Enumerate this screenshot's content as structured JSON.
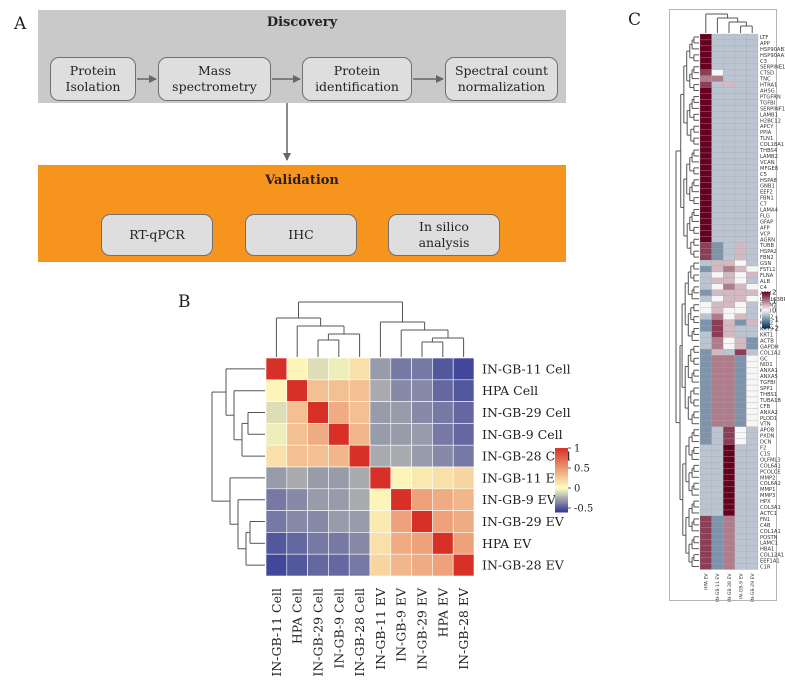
{
  "panel_a": {
    "letter": "A",
    "discovery": {
      "title": "Discovery",
      "steps": [
        {
          "label": "Protein Isolation"
        },
        {
          "label": "Mass spectrometry"
        },
        {
          "label": "Protein identification"
        },
        {
          "label": "Spectral count normalization"
        }
      ]
    },
    "validation": {
      "title": "Validation",
      "steps": [
        {
          "label": "RT-qPCR"
        },
        {
          "label": "IHC"
        },
        {
          "label": "In silico analysis"
        }
      ]
    },
    "colors": {
      "discovery_bg": "#c9c9c9",
      "validation_bg": "#f7941d",
      "box": "#dedede",
      "arrow": "#666666"
    }
  },
  "panel_b": {
    "letter": "B",
    "legend": {
      "ticks": [
        "1",
        "0.5",
        "0",
        "-0.5"
      ],
      "tick_values": [
        1,
        0.5,
        0,
        -0.5
      ]
    }
  },
  "panel_c": {
    "letter": "C",
    "legend": {
      "ticks": [
        "2",
        "1",
        "0",
        "-1",
        "-2"
      ],
      "tick_values": [
        2,
        1,
        0,
        -1,
        -2
      ]
    }
  },
  "chart_data": [
    {
      "type": "heatmap",
      "title": "",
      "rows": [
        "IN-GB-11 Cell",
        "HPA Cell",
        "IN-GB-29 Cell",
        "IN-GB-9 Cell",
        "IN-GB-28 Cell",
        "IN-GB-11 EV",
        "IN-GB-9 EV",
        "IN-GB-29 EV",
        "HPA EV",
        "IN-GB-28 EV"
      ],
      "columns": [
        "IN-GB-11 Cell",
        "HPA Cell",
        "IN-GB-29 Cell",
        "IN-GB-9 Cell",
        "IN-GB-28 Cell",
        "IN-GB-11 EV",
        "IN-GB-9 EV",
        "IN-GB-29 EV",
        "HPA EV",
        "IN-GB-28 EV"
      ],
      "values": [
        [
          1.0,
          0.05,
          -0.1,
          -0.05,
          0.15,
          -0.3,
          -0.4,
          -0.4,
          -0.5,
          -0.55
        ],
        [
          0.05,
          1.0,
          0.3,
          0.3,
          0.3,
          -0.25,
          -0.35,
          -0.35,
          -0.45,
          -0.5
        ],
        [
          -0.1,
          0.3,
          1.0,
          0.4,
          0.3,
          -0.3,
          -0.3,
          -0.35,
          -0.4,
          -0.45
        ],
        [
          -0.05,
          0.3,
          0.4,
          1.0,
          0.35,
          -0.3,
          -0.3,
          -0.3,
          -0.4,
          -0.45
        ],
        [
          0.15,
          0.3,
          0.3,
          0.35,
          1.0,
          -0.25,
          -0.25,
          -0.3,
          -0.35,
          -0.4
        ],
        [
          -0.3,
          -0.25,
          -0.3,
          -0.3,
          -0.25,
          1.0,
          0.05,
          0.1,
          0.15,
          0.2
        ],
        [
          -0.4,
          -0.35,
          -0.3,
          -0.3,
          -0.25,
          0.05,
          1.0,
          0.45,
          0.4,
          0.35
        ],
        [
          -0.4,
          -0.35,
          -0.35,
          -0.3,
          -0.3,
          0.1,
          0.45,
          1.0,
          0.45,
          0.4
        ],
        [
          -0.5,
          -0.45,
          -0.4,
          -0.4,
          -0.35,
          0.15,
          0.4,
          0.45,
          1.0,
          0.45
        ],
        [
          -0.55,
          -0.5,
          -0.45,
          -0.45,
          -0.4,
          0.2,
          0.35,
          0.4,
          0.45,
          1.0
        ]
      ],
      "color_range": [
        -0.6,
        1
      ],
      "colors": {
        "low": "#313695",
        "mid": "#ffffbf",
        "high": "#d73027"
      }
    },
    {
      "type": "heatmap",
      "title": "",
      "rows": [
        "LTF",
        "APP",
        "HSP90AB1",
        "HSP90AA1",
        "C3",
        "SERPINE1",
        "CTSD",
        "TNC",
        "HTRA1",
        "AHSG",
        "PTGFRN",
        "TGFBI",
        "SERPINF1",
        "LAMB1",
        "H2BC12",
        "APCY",
        "PPIA",
        "TLN1",
        "COL18A1",
        "THBS4",
        "LAMB2",
        "VCAN",
        "MFGE8",
        "C5",
        "HSPA8",
        "GNB1",
        "EEF2",
        "FBN1",
        "C7",
        "LAMA4",
        "FLG",
        "GFAP",
        "AFP",
        "VCP",
        "AGRN",
        "TUBB",
        "HSPA2",
        "FBN2",
        "GSN",
        "FSTL1",
        "FLNA",
        "ALB",
        "C4",
        "A2M",
        "LGALS3BP",
        "FBLN1",
        "PKM",
        "ITIH2",
        "KRT2",
        "KRT9",
        "KRT1",
        "ACTB",
        "GAPDH",
        "COL1A2",
        "GC",
        "NID1",
        "ANXA1",
        "ANXA5",
        "TGFBI",
        "SPP1",
        "THBS1",
        "TUBA1B",
        "CFB",
        "ANXA2",
        "PLOD1",
        "VTN",
        "APOB",
        "PXDN",
        "DCN",
        "F2",
        "C1S",
        "OLFML3",
        "COL6A1",
        "PCOLCE",
        "MMP2",
        "COL6A2",
        "MMP1",
        "MMP3",
        "HPX",
        "COL3A1",
        "ACTC1",
        "FN1",
        "C4B",
        "COL1A1",
        "POSTN",
        "LAMC1",
        "HBA1",
        "COL12A1",
        "EEF1A1",
        "C1R"
      ],
      "columns": [
        "HPA EV",
        "IN-GB-11 EV",
        "IN-GB-28 EV",
        "IN-GB-9 EV",
        "IN-GB-29 EV"
      ],
      "values": [
        [
          2,
          -0.5,
          -0.5,
          -0.5,
          -0.5
        ],
        [
          2,
          -0.5,
          -0.5,
          -0.5,
          -0.5
        ],
        [
          2,
          -0.5,
          -0.5,
          -0.5,
          -0.5
        ],
        [
          2,
          -0.5,
          -0.5,
          -0.5,
          -0.5
        ],
        [
          2,
          -0.5,
          -0.5,
          -0.5,
          -0.5
        ],
        [
          2,
          -0.5,
          -0.5,
          -0.5,
          -0.5
        ],
        [
          1.5,
          0,
          -0.5,
          -0.5,
          -0.5
        ],
        [
          1,
          1,
          -0.5,
          -0.5,
          -0.5
        ],
        [
          1.5,
          -0.5,
          0.5,
          -0.5,
          -0.5
        ],
        [
          2,
          -0.5,
          -0.5,
          -0.5,
          -0.5
        ],
        [
          2,
          -0.5,
          -0.5,
          -0.5,
          -0.5
        ],
        [
          2,
          -0.5,
          -0.5,
          -0.5,
          -0.5
        ],
        [
          2,
          -0.5,
          -0.5,
          -0.5,
          -0.5
        ],
        [
          2,
          -0.5,
          -0.5,
          -0.5,
          -0.5
        ],
        [
          2,
          -0.5,
          -0.5,
          -0.5,
          -0.5
        ],
        [
          2,
          -0.5,
          -0.5,
          -0.5,
          -0.5
        ],
        [
          2,
          -0.5,
          -0.5,
          -0.5,
          -0.5
        ],
        [
          2,
          -0.5,
          -0.5,
          -0.5,
          -0.5
        ],
        [
          2,
          -0.5,
          -0.5,
          -0.5,
          -0.5
        ],
        [
          2,
          -0.5,
          -0.5,
          -0.5,
          -0.5
        ],
        [
          2,
          -0.5,
          -0.5,
          -0.5,
          -0.5
        ],
        [
          2,
          -0.5,
          -0.5,
          -0.5,
          -0.5
        ],
        [
          2,
          -0.5,
          -0.5,
          -0.5,
          -0.5
        ],
        [
          2,
          -0.5,
          -0.5,
          -0.5,
          -0.5
        ],
        [
          2,
          -0.5,
          -0.5,
          -0.5,
          -0.5
        ],
        [
          2,
          -0.5,
          -0.5,
          -0.5,
          -0.5
        ],
        [
          2,
          -0.5,
          -0.5,
          -0.5,
          -0.5
        ],
        [
          2,
          -0.5,
          -0.5,
          -0.5,
          -0.5
        ],
        [
          2,
          -0.5,
          -0.5,
          -0.5,
          -0.5
        ],
        [
          2,
          -0.5,
          -0.5,
          -0.5,
          -0.5
        ],
        [
          2,
          -0.5,
          -0.5,
          -0.5,
          -0.5
        ],
        [
          2,
          -0.5,
          -0.5,
          -0.5,
          -0.5
        ],
        [
          2,
          -0.5,
          -0.5,
          -0.5,
          -0.5
        ],
        [
          2,
          -0.5,
          -0.5,
          -0.5,
          -0.5
        ],
        [
          2,
          -0.5,
          -0.5,
          -0.5,
          -0.5
        ],
        [
          1.5,
          -1,
          -0.5,
          0.5,
          -0.5
        ],
        [
          1.5,
          -1,
          -0.5,
          0.5,
          -0.5
        ],
        [
          1.5,
          -1,
          -0.5,
          0.5,
          -0.5
        ],
        [
          -0.5,
          0.5,
          0.5,
          0,
          -0.5
        ],
        [
          -1,
          0.5,
          1,
          0.5,
          0
        ],
        [
          -0.5,
          0,
          0.5,
          0,
          0.5
        ],
        [
          -0.5,
          0.5,
          0.5,
          0,
          -0.5
        ],
        [
          -0.5,
          0,
          1,
          0.5,
          0
        ],
        [
          -1,
          0.5,
          0.5,
          0.5,
          0.5
        ],
        [
          -0.5,
          0,
          0.5,
          0.5,
          0
        ],
        [
          0,
          0.5,
          0.5,
          0,
          -0.5
        ],
        [
          0,
          0.5,
          0,
          0,
          -0.5
        ],
        [
          -0.5,
          1,
          0,
          0.5,
          -0.5
        ],
        [
          -1,
          1.5,
          0.5,
          -1,
          0.5
        ],
        [
          -1,
          1.5,
          0.5,
          -0.5,
          -0.5
        ],
        [
          -0.5,
          1.5,
          0.5,
          -0.5,
          -0.5
        ],
        [
          -0.5,
          1,
          0,
          0.5,
          -1
        ],
        [
          -0.5,
          1,
          0,
          0.5,
          -1
        ],
        [
          -1,
          0.5,
          -0.5,
          1.5,
          -0.5
        ],
        [
          -1,
          1,
          1,
          -1,
          0
        ],
        [
          -1,
          1,
          1,
          -1,
          0
        ],
        [
          -1,
          1,
          1,
          -1,
          0
        ],
        [
          -1,
          1,
          1,
          -1,
          0
        ],
        [
          -1,
          1,
          1,
          -1,
          0
        ],
        [
          -1,
          1,
          1,
          -1,
          0
        ],
        [
          -1,
          1,
          1,
          -1,
          0
        ],
        [
          -1,
          1,
          1,
          -1,
          0
        ],
        [
          -1,
          1,
          1,
          -1,
          0
        ],
        [
          -1,
          1,
          1,
          -1,
          0
        ],
        [
          -1,
          1,
          1,
          -1,
          0
        ],
        [
          -1,
          1,
          1,
          -1,
          0
        ],
        [
          -1,
          -0.5,
          1.5,
          0,
          -0.5
        ],
        [
          -1,
          -0.5,
          1.5,
          0,
          -0.5
        ],
        [
          -1,
          -0.5,
          1.5,
          0,
          -0.5
        ],
        [
          -0.5,
          -0.5,
          2,
          -0.5,
          -0.5
        ],
        [
          -0.5,
          -0.5,
          2,
          -0.5,
          -0.5
        ],
        [
          -0.5,
          -0.5,
          2,
          -0.5,
          -0.5
        ],
        [
          -0.5,
          -0.5,
          2,
          -0.5,
          -0.5
        ],
        [
          -0.5,
          -0.5,
          2,
          -0.5,
          -0.5
        ],
        [
          -0.5,
          -0.5,
          2,
          -0.5,
          -0.5
        ],
        [
          -0.5,
          -0.5,
          2,
          -0.5,
          -0.5
        ],
        [
          -0.5,
          -0.5,
          2,
          -0.5,
          -0.5
        ],
        [
          -0.5,
          -0.5,
          2,
          -0.5,
          -0.5
        ],
        [
          -0.5,
          -0.5,
          2,
          -0.5,
          -0.5
        ],
        [
          -0.5,
          -0.5,
          2,
          -0.5,
          -0.5
        ],
        [
          -0.5,
          -0.5,
          2,
          -0.5,
          -0.5
        ],
        [
          1.5,
          -1,
          1,
          -0.5,
          -0.5
        ],
        [
          1.5,
          -1,
          1,
          -0.5,
          -0.5
        ],
        [
          1.5,
          -1,
          1,
          -0.5,
          -0.5
        ],
        [
          1.5,
          -1,
          1,
          -0.5,
          -0.5
        ],
        [
          1.5,
          -1,
          1,
          -0.5,
          -0.5
        ],
        [
          1.5,
          -1,
          1,
          -0.5,
          -0.5
        ],
        [
          1.5,
          -1,
          1,
          -0.5,
          -0.5
        ],
        [
          1.5,
          -1,
          1,
          -0.5,
          -0.5
        ],
        [
          1.5,
          -1,
          1,
          -0.5,
          -0.5
        ]
      ],
      "color_range": [
        -2,
        2
      ],
      "colors": {
        "low": "#053061",
        "mid": "#f7f7f7",
        "high": "#67001f"
      }
    }
  ]
}
